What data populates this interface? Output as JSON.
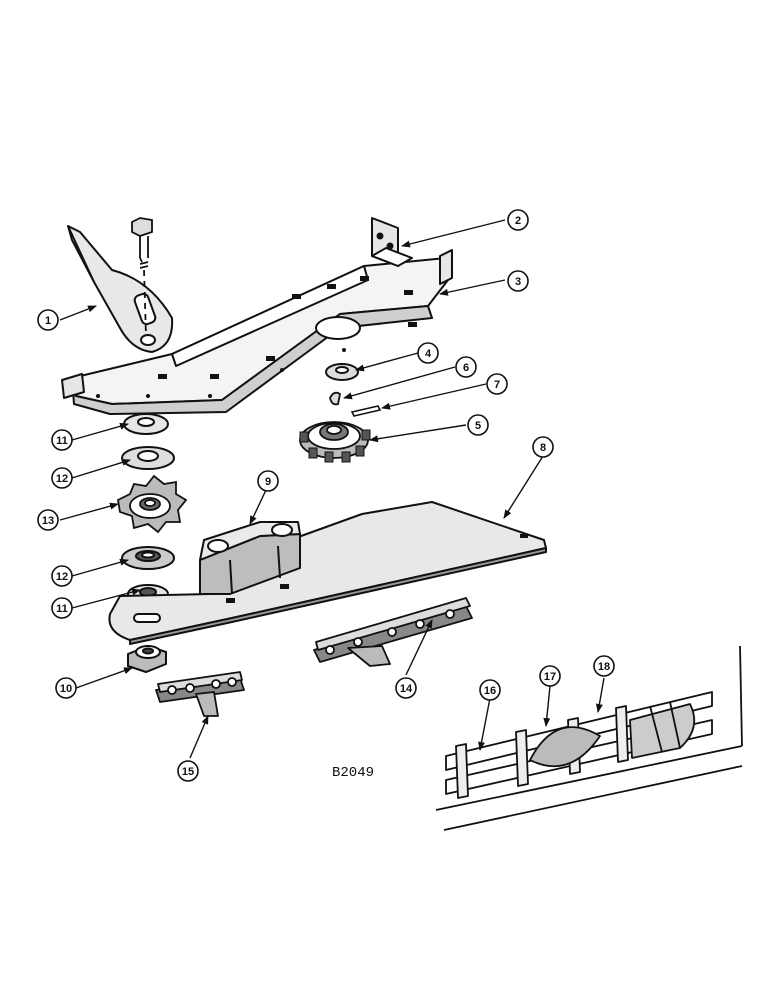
{
  "figure": {
    "code": "B2049",
    "ink_color": "#111111",
    "background": "#ffffff"
  },
  "callouts": [
    {
      "id": "1",
      "label": "1"
    },
    {
      "id": "2",
      "label": "2"
    },
    {
      "id": "3",
      "label": "3"
    },
    {
      "id": "4",
      "label": "4"
    },
    {
      "id": "5",
      "label": "5"
    },
    {
      "id": "6",
      "label": "6"
    },
    {
      "id": "7",
      "label": "7"
    },
    {
      "id": "8",
      "label": "8"
    },
    {
      "id": "9",
      "label": "9"
    },
    {
      "id": "10",
      "label": "10"
    },
    {
      "id": "11a",
      "label": "11"
    },
    {
      "id": "11b",
      "label": "11"
    },
    {
      "id": "12a",
      "label": "12"
    },
    {
      "id": "12b",
      "label": "12"
    },
    {
      "id": "13",
      "label": "13"
    },
    {
      "id": "14",
      "label": "14"
    },
    {
      "id": "15",
      "label": "15"
    },
    {
      "id": "16",
      "label": "16"
    },
    {
      "id": "17",
      "label": "17"
    },
    {
      "id": "18",
      "label": "18"
    }
  ]
}
